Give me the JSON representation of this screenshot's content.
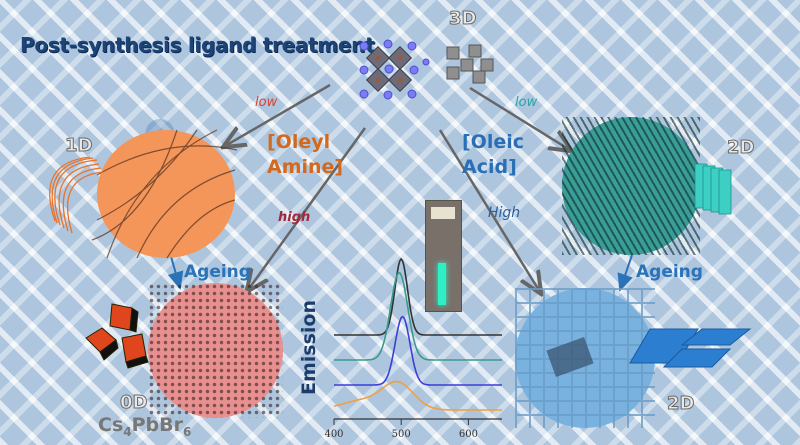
{
  "title": "Post-synthesis ligand treatment",
  "start_state": {
    "label": "3D"
  },
  "ligands": {
    "left": {
      "name": "[Oleyl\nAmine]",
      "line1": "[Oleyl",
      "line2": "Amine]",
      "color": "#d2691e"
    },
    "right": {
      "name": "[Oleic\nAcid]",
      "line1": "[Oleic",
      "line2": "Acid]",
      "color": "#2a6fb5"
    }
  },
  "arrows": {
    "oa_low": {
      "label": "low",
      "color": "#d9432f"
    },
    "oa_high": {
      "label": "high",
      "color": "#a0283a"
    },
    "oac_low": {
      "label": "low",
      "color": "#2aa6a0"
    },
    "oac_high": {
      "label": "High",
      "color": "#2a5f98"
    }
  },
  "products": {
    "left_top": {
      "label": "1D",
      "color": "#f4955a"
    },
    "left_bottom": {
      "label": "0D",
      "formula_main": "Cs",
      "sub1": "4",
      "mid": "PbBr",
      "sub2": "6",
      "color": "#e89090"
    },
    "right_top": {
      "label": "2D",
      "color": "#3a9e98"
    },
    "right_bottom": {
      "label": "2D",
      "color": "#7ab2df"
    }
  },
  "ageing_left": "Ageing",
  "ageing_right": "Ageing",
  "colors": {
    "title": "#1c4477",
    "arrow": "#666666",
    "ageing": "#2a73b8"
  },
  "chart_data": {
    "type": "line",
    "title": "",
    "xlabel": "",
    "ylabel": "Emission",
    "xlim": [
      400,
      650
    ],
    "x_ticks": [
      400,
      500,
      600
    ],
    "x_tick_labels": [
      "400",
      "500",
      "600"
    ],
    "grid": false,
    "stacked_offsets": true,
    "series": [
      {
        "name": "black",
        "color": "#333333",
        "peak_nm": 500,
        "fwhm_nm": 22,
        "offset": 3,
        "amp": 1.0
      },
      {
        "name": "teal",
        "color": "#3a9a8c",
        "peak_nm": 497,
        "fwhm_nm": 30,
        "offset": 2,
        "amp": 1.15
      },
      {
        "name": "blue",
        "color": "#3b3fd6",
        "peak_nm": 502,
        "fwhm_nm": 26,
        "offset": 1,
        "amp": 0.9
      },
      {
        "name": "orange",
        "color": "#f0a040",
        "peak_nm": 495,
        "fwhm_nm": 55,
        "offset": 0,
        "amp": 0.35,
        "shoulder_nm": 440
      }
    ]
  }
}
